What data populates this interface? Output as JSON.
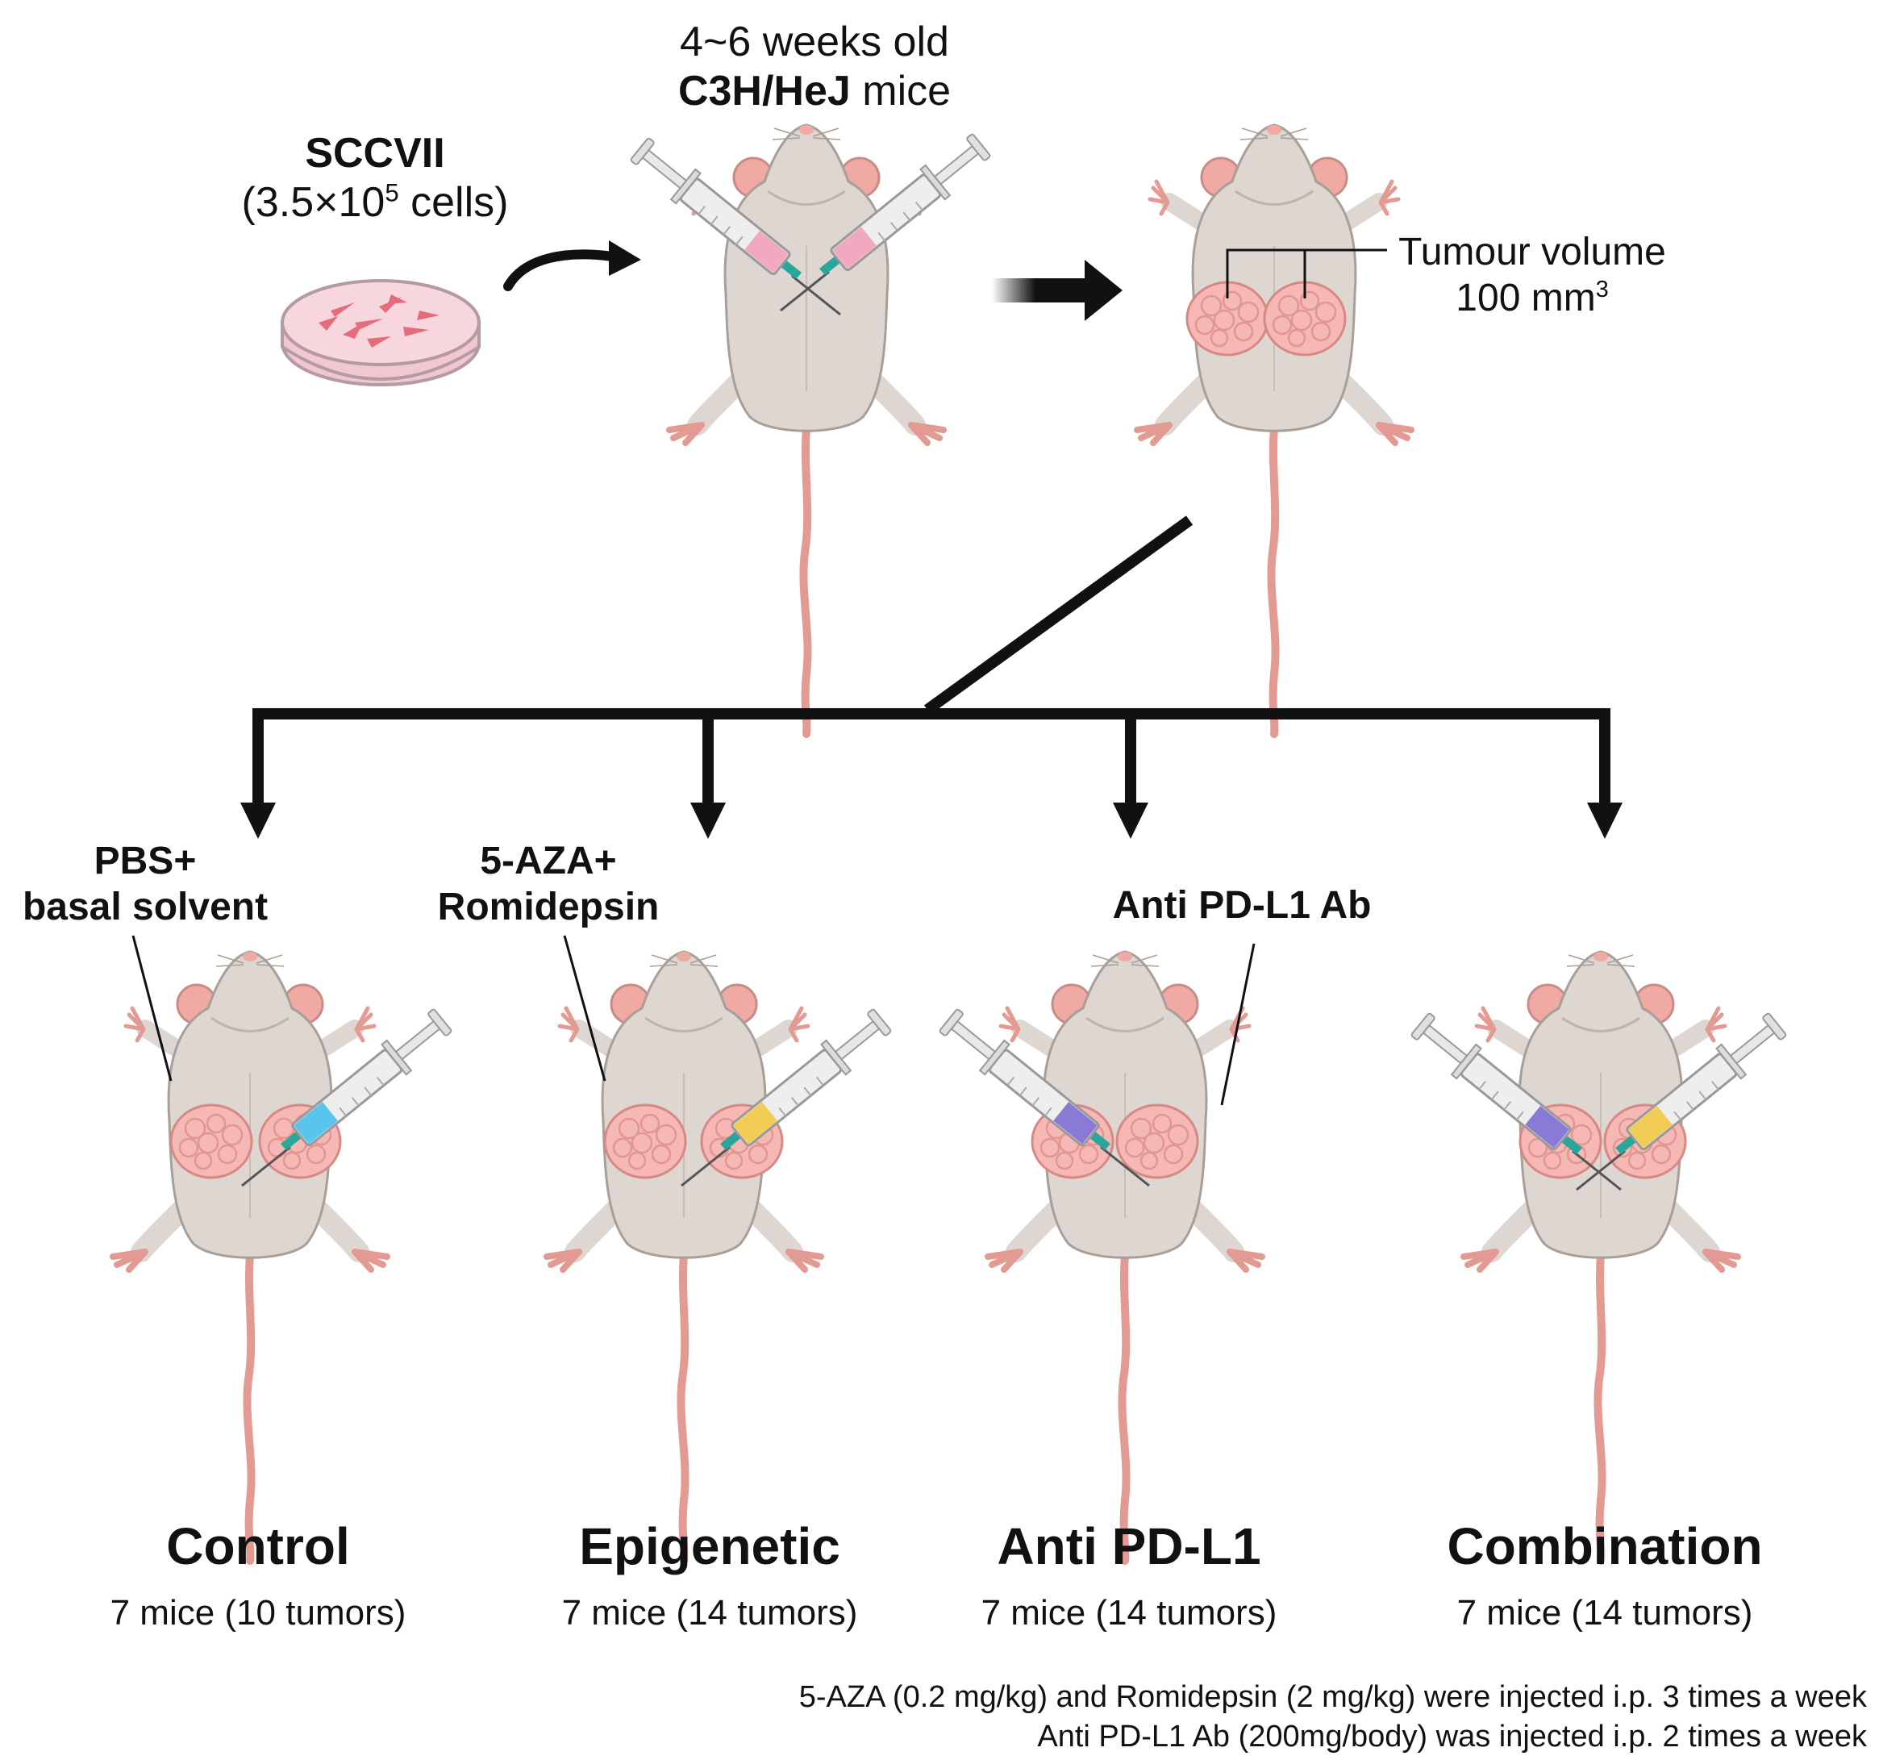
{
  "cells": {
    "name": "SCCVII",
    "count_prefix": "(3.5×10",
    "count_exp": "5",
    "count_suffix": " cells)"
  },
  "mice": {
    "age": "4~6 weeks old",
    "strain": "C3H/HeJ",
    "strain_suffix": " mice"
  },
  "tumour": {
    "label": "Tumour volume",
    "volume_prefix": "100 mm",
    "volume_exp": "3"
  },
  "groups": [
    {
      "title": "Control",
      "count": "7 mice (10 tumors)",
      "injection_line1": "PBS+",
      "injection_line2": "basal solvent"
    },
    {
      "title": "Epigenetic",
      "count": "7 mice (14 tumors)",
      "injection_line1": "5-AZA+",
      "injection_line2": "Romidepsin"
    },
    {
      "title": "Anti PD-L1",
      "count": "7 mice (14 tumors)",
      "injection_line1": "Anti PD-L1 Ab",
      "injection_line2": ""
    },
    {
      "title": "Combination",
      "count": "7 mice (14 tumors)",
      "injection_line1": "",
      "injection_line2": ""
    }
  ],
  "footnotes": [
    "5-AZA (0.2 mg/kg) and Romidepsin (2 mg/kg) were injected i.p. 3 times a week",
    "Anti PD-L1 Ab (200mg/body) was injected i.p. 2 times a week"
  ],
  "colors": {
    "mouse_body": "#ddd6d1",
    "mouse_outline": "#a89f98",
    "mouse_pink": "#f0a9a3",
    "tumour": "#f6b8b4",
    "syringe_pink": "#f2a9bf",
    "syringe_blue": "#59c4ec",
    "syringe_yellow": "#f2cd55",
    "syringe_purple": "#8a7ad6",
    "needle": "#2aa79b",
    "arrow": "#111111"
  }
}
